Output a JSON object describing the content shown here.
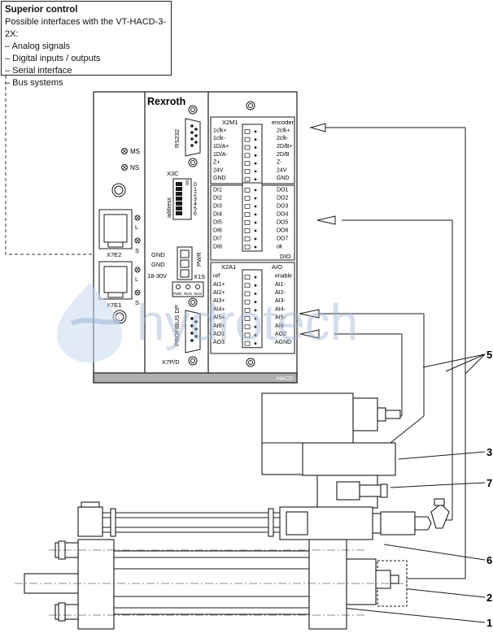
{
  "callout": {
    "title": "Superior control",
    "subtitle": "Possible interfaces with the VT-HACD-3-2X:",
    "items": [
      "– Analog signals",
      "– Digital inputs / outputs",
      "– Serial interface",
      "– Bus systems"
    ]
  },
  "device": {
    "brand": "Rexroth",
    "model_strip": "HACD",
    "leds": [
      "MS",
      "NS"
    ],
    "port_x7e2": "X7E2",
    "port_x7e1": "X7E1",
    "port_l": "L",
    "port_s": "S",
    "rs232": "RS232",
    "x3c": "X3C",
    "address_label": "address",
    "address_digits": [
      "0",
      "1",
      "2",
      "3",
      "4",
      "5",
      "6"
    ],
    "address_on": "on",
    "power": [
      "GND",
      "GND",
      "18-30V"
    ],
    "pwr": "PWR",
    "x1s": "X1S",
    "status_leds": [
      "PWR",
      "RUN",
      "BUS"
    ],
    "profibus": "PROFIBUS DP",
    "x7pd": "X7P/D"
  },
  "terminals": {
    "x2m1_header": "X2M1",
    "encoder_header": "encoder",
    "x2m1_left": [
      "1clk+",
      "1clk-",
      "1D/A+",
      "1D/A-",
      "Z+",
      "24V",
      "GND"
    ],
    "x2m1_right": [
      "2clk+",
      "2clk-",
      "2D/B+",
      "2D/B",
      "Z-",
      "24V",
      "GND"
    ],
    "di": [
      "DI1",
      "DI2",
      "DI3",
      "DI4",
      "DI5",
      "DI6",
      "DI7",
      "DI8"
    ],
    "do": [
      "DO1",
      "DO2",
      "DO3",
      "DO4",
      "DO5",
      "DO6",
      "DO7",
      "ok"
    ],
    "dio_label": "DIO",
    "x2a1_header": "X2A1",
    "aio_header": "AIO",
    "x2a1_left": [
      "ref",
      "AI1+",
      "AI2+",
      "AI3+",
      "AI4+",
      "AI5+",
      "AI6+",
      "AO1",
      "AO3"
    ],
    "x2a1_right": [
      "enable",
      "AI1-",
      "AI2-",
      "AI3-",
      "AI4-",
      "AI5-",
      "AI6-",
      "AO2",
      "AGND"
    ]
  },
  "callouts": [
    "5",
    "3",
    "7",
    "6",
    "2",
    "1"
  ],
  "watermark": "hydrotech",
  "colors": {
    "line": "#1a1a1a",
    "strip": "#b0b0b0",
    "watermark": "#9fb6d6",
    "watermark_light": "#c9daf0"
  }
}
